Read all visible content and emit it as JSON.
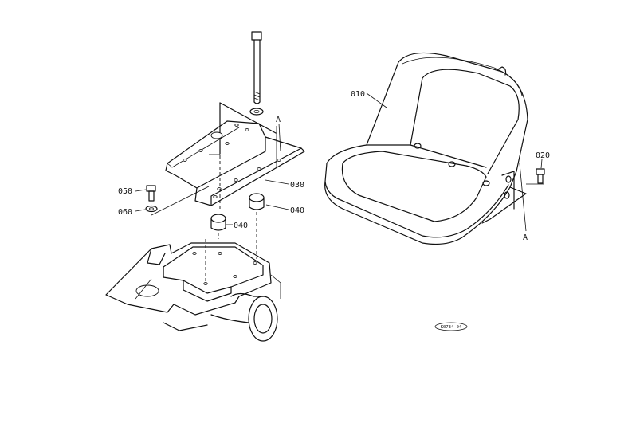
{
  "callouts": {
    "p010": "010",
    "p020": "020",
    "p030": "030",
    "p040a": "040",
    "p040b": "040",
    "p050": "050",
    "p060": "060",
    "refA1": "A",
    "refA2": "A"
  },
  "figure_ref": "K0734-04"
}
